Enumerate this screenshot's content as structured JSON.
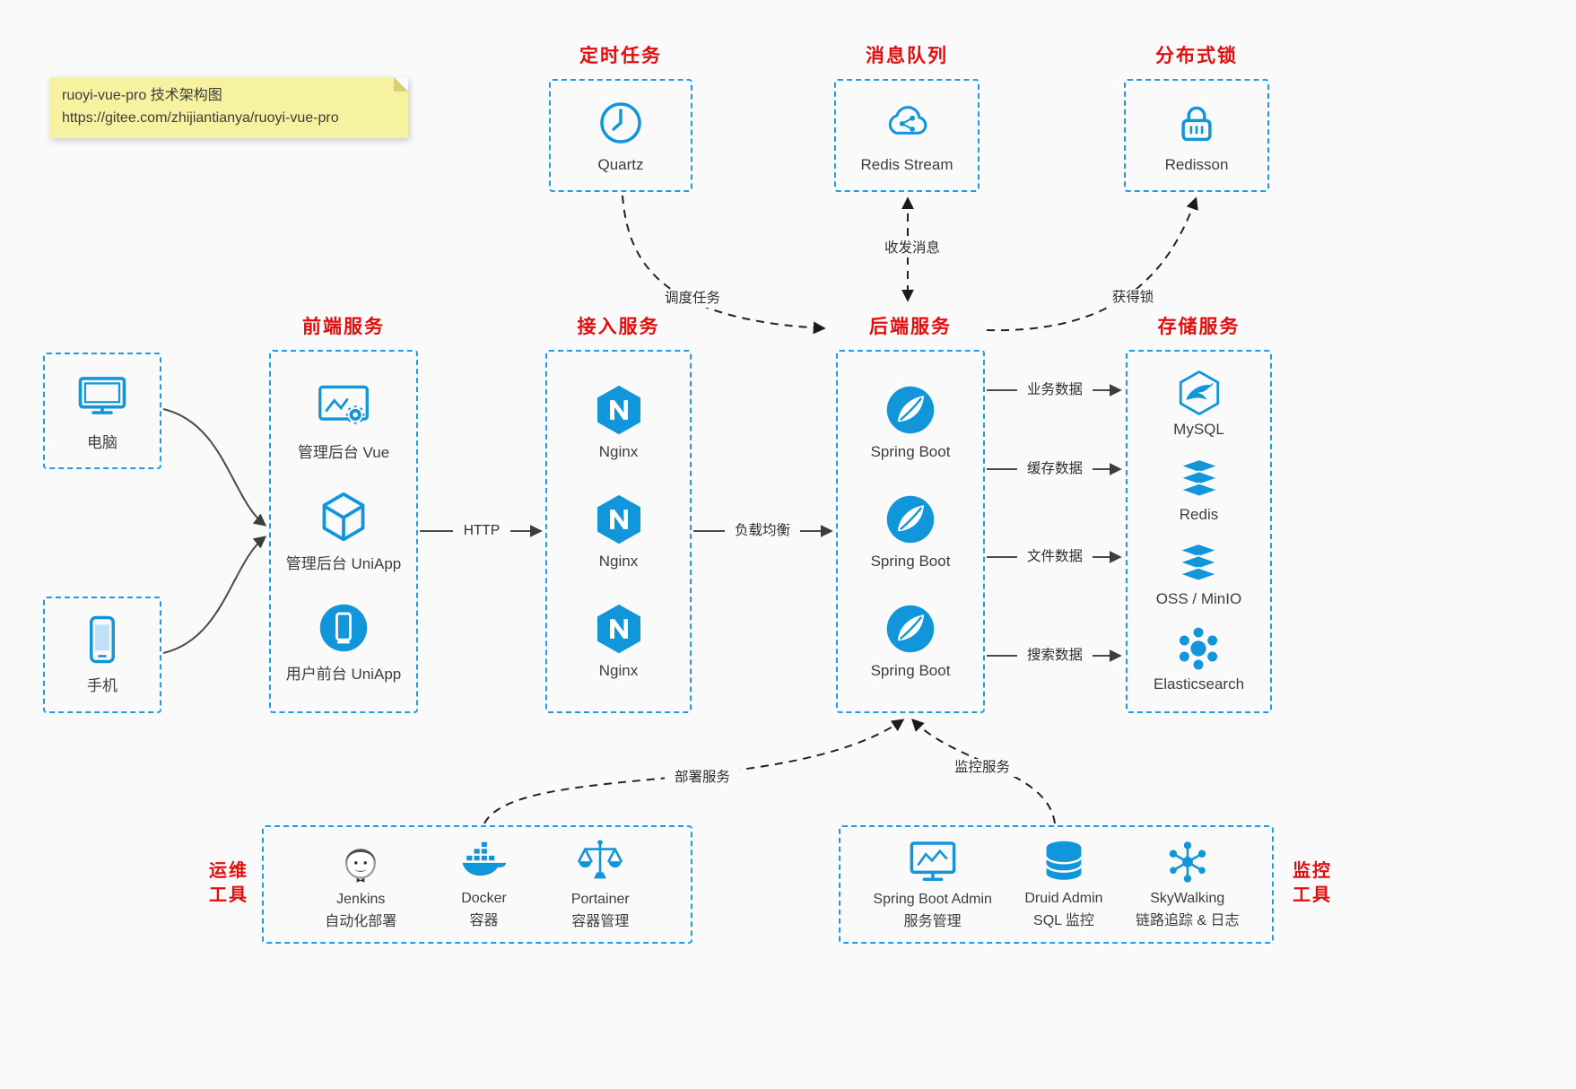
{
  "colors": {
    "accent": "#1296db",
    "title_red": "#e60c0c",
    "border_blue": "#1e9be6",
    "note_yellow": "#f7f2a0"
  },
  "note": {
    "line1": "ruoyi-vue-pro 技术架构图",
    "line2": "https://gitee.com/zhijiantianya/ruoyi-vue-pro"
  },
  "top": {
    "scheduler": {
      "title": "定时任务",
      "icon": "clock-icon",
      "label": "Quartz"
    },
    "mq": {
      "title": "消息队列",
      "icon": "cloud-network-icon",
      "label": "Redis Stream"
    },
    "lock": {
      "title": "分布式锁",
      "icon": "lock-icon",
      "label": "Redisson"
    }
  },
  "clients": {
    "pc": {
      "icon": "desktop-icon",
      "label": "电脑"
    },
    "mobile": {
      "icon": "smartphone-icon",
      "label": "手机"
    }
  },
  "columns": {
    "frontend": {
      "title": "前端服务",
      "items": [
        {
          "icon": "admin-vue-icon",
          "label": "管理后台 Vue"
        },
        {
          "icon": "uniapp-icon",
          "label": "管理后台 UniApp"
        },
        {
          "icon": "user-app-icon",
          "label": "用户前台 UniApp"
        }
      ]
    },
    "gateway": {
      "title": "接入服务",
      "items": [
        {
          "icon": "nginx-icon",
          "label": "Nginx"
        },
        {
          "icon": "nginx-icon",
          "label": "Nginx"
        },
        {
          "icon": "nginx-icon",
          "label": "Nginx"
        }
      ]
    },
    "backend": {
      "title": "后端服务",
      "items": [
        {
          "icon": "spring-boot-icon",
          "label": "Spring Boot"
        },
        {
          "icon": "spring-boot-icon",
          "label": "Spring Boot"
        },
        {
          "icon": "spring-boot-icon",
          "label": "Spring Boot"
        }
      ]
    },
    "storage": {
      "title": "存储服务",
      "items": [
        {
          "icon": "mysql-icon",
          "label": "MySQL"
        },
        {
          "icon": "redis-icon",
          "label": "Redis"
        },
        {
          "icon": "object-storage-icon",
          "label": "OSS / MinIO"
        },
        {
          "icon": "elasticsearch-icon",
          "label": "Elasticsearch"
        }
      ]
    }
  },
  "bottom": {
    "ops": {
      "side_label": [
        "运维",
        "工具"
      ],
      "items": [
        {
          "icon": "jenkins-icon",
          "line1": "Jenkins",
          "line2": "自动化部署"
        },
        {
          "icon": "docker-icon",
          "line1": "Docker",
          "line2": "容器"
        },
        {
          "icon": "portainer-icon",
          "line1": "Portainer",
          "line2": "容器管理"
        }
      ]
    },
    "monitor": {
      "side_label": [
        "监控",
        "工具"
      ],
      "items": [
        {
          "icon": "spring-boot-admin-icon",
          "line1": "Spring Boot Admin",
          "line2": "服务管理"
        },
        {
          "icon": "druid-icon",
          "line1": "Druid Admin",
          "line2": "SQL 监控"
        },
        {
          "icon": "skywalking-icon",
          "line1": "SkyWalking",
          "line2": "链路追踪 & 日志"
        }
      ]
    }
  },
  "edges": {
    "http": "HTTP",
    "load_balance": "负载均衡",
    "schedule": "调度任务",
    "messaging": "收发消息",
    "acquire_lock": "获得锁",
    "business_data": "业务数据",
    "cache_data": "缓存数据",
    "file_data": "文件数据",
    "search_data": "搜索数据",
    "deploy": "部署服务",
    "monitoring": "监控服务"
  }
}
